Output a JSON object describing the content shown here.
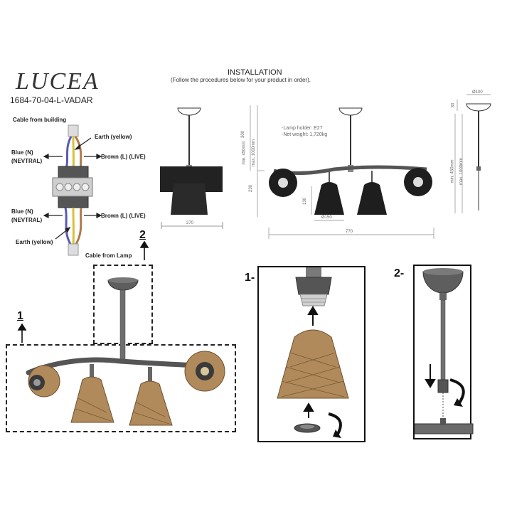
{
  "header": {
    "brand": "LUCEA",
    "product_code": "1684-70-04-L-VADAR",
    "installation_title": "INSTALLATION",
    "installation_subtitle": "(Follow the procedures below for your product in order)."
  },
  "wiring": {
    "cable_from_building": "Cable from building",
    "earth_top": "Earth (yellow)",
    "blue_top_1": "Blue (N)",
    "blue_top_2": "(NEVTRAL)",
    "brown_top": "Brown (L) (LIVE)",
    "blue_bottom_1": "Blue (N)",
    "blue_bottom_2": "(NEVTRAL)",
    "brown_bottom": "Brown (L) (LIVE)",
    "earth_bottom": "Earth (yellow)",
    "cable_from_lamp": "Cable from Lamp",
    "colors": {
      "blue": "#5a5ab4",
      "brown": "#b07a4a",
      "earth": "#d6c23c"
    }
  },
  "dimensions": {
    "spec_lamp_holder": "-Lamp holder: E27",
    "spec_net_weight": "-Net weight: 1,720kg",
    "side_width": "270",
    "front_width": "770",
    "shade_diameter": "Ø150",
    "shade_height": "130",
    "body_height": "230",
    "total_height": "300",
    "min_height": "min. 450mm",
    "max_height": "max. 1000mm",
    "canopy_diameter": "Ø100",
    "canopy_height": "30"
  },
  "steps": {
    "step1_main": "1",
    "step2_main": "2",
    "step1_detail": "1-",
    "step2_detail": "2-"
  },
  "colors": {
    "rattan": "#b08a5a",
    "metal": "#6e6e6e",
    "line": "#222222"
  }
}
